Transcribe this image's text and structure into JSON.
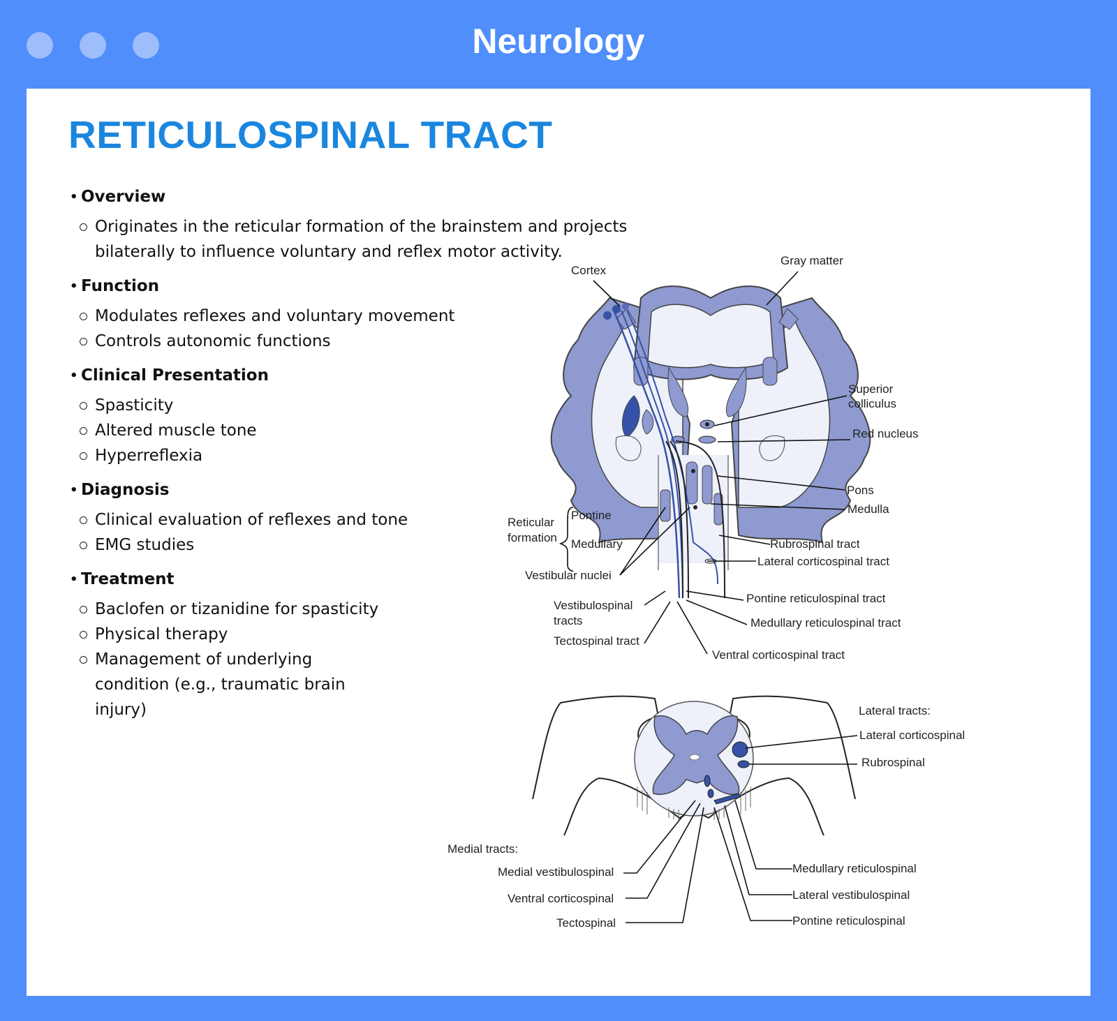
{
  "window": {
    "title": "Neurology"
  },
  "page": {
    "title": "RETICULOSPINAL TRACT"
  },
  "sections": [
    {
      "heading": "Overview",
      "items": [
        "Originates in the reticular formation of the brainstem and projects bilaterally to influence voluntary and reflex motor activity."
      ]
    },
    {
      "heading": "Function",
      "items": [
        "Modulates reflexes and voluntary movement",
        "Controls autonomic functions"
      ]
    },
    {
      "heading": "Clinical Presentation",
      "items": [
        "Spasticity",
        "Altered muscle tone",
        "Hyperreflexia"
      ]
    },
    {
      "heading": "Diagnosis",
      "items": [
        "Clinical evaluation of reflexes and tone",
        "EMG studies"
      ]
    },
    {
      "heading": "Treatment",
      "items": [
        "Baclofen or tizanidine for spasticity",
        "Physical therapy",
        "Management of underlying condition (e.g., traumatic brain injury)"
      ]
    }
  ],
  "brain_labels": {
    "cortex": "Cortex",
    "gray_matter": "Gray matter",
    "superior_colliculus_1": "Superior",
    "superior_colliculus_2": "colliculus",
    "red_nucleus": "Red nucleus",
    "pons": "Pons",
    "medulla": "Medulla",
    "reticular_1": "Reticular",
    "reticular_2": "formation",
    "pontine": "Pontine",
    "medullary": "Medullary",
    "vestibular_nuclei": "Vestibular nuclei",
    "rubrospinal_tract": "Rubrospinal tract",
    "lateral_corticospinal_tract": "Lateral corticospinal tract",
    "pontine_reticulospinal_tract": "Pontine reticulospinal tract",
    "medullary_reticulospinal_tract": "Medullary reticulospinal tract",
    "vestibulospinal_1": "Vestibulospinal",
    "vestibulospinal_2": "tracts",
    "tectospinal_tract": "Tectospinal tract",
    "ventral_corticospinal_tract": "Ventral corticospinal tract"
  },
  "spinal_labels": {
    "lateral_tracts": "Lateral tracts:",
    "lateral_corticospinal": "Lateral corticospinal",
    "rubrospinal": "Rubrospinal",
    "medial_tracts": "Medial tracts:",
    "medial_vestibulospinal": "Medial vestibulospinal",
    "ventral_corticospinal": "Ventral corticospinal",
    "tectospinal": "Tectospinal",
    "medullary_reticulospinal": "Medullary reticulospinal",
    "lateral_vestibulospinal": "Lateral vestibulospinal",
    "pontine_reticulospinal": "Pontine reticulospinal"
  },
  "colors": {
    "frame": "#4f8efb",
    "title_accent": "#1a86de",
    "tissue": "#8e9ad0",
    "tissue_light": "#eef0fa",
    "tract": "#3552a8"
  }
}
